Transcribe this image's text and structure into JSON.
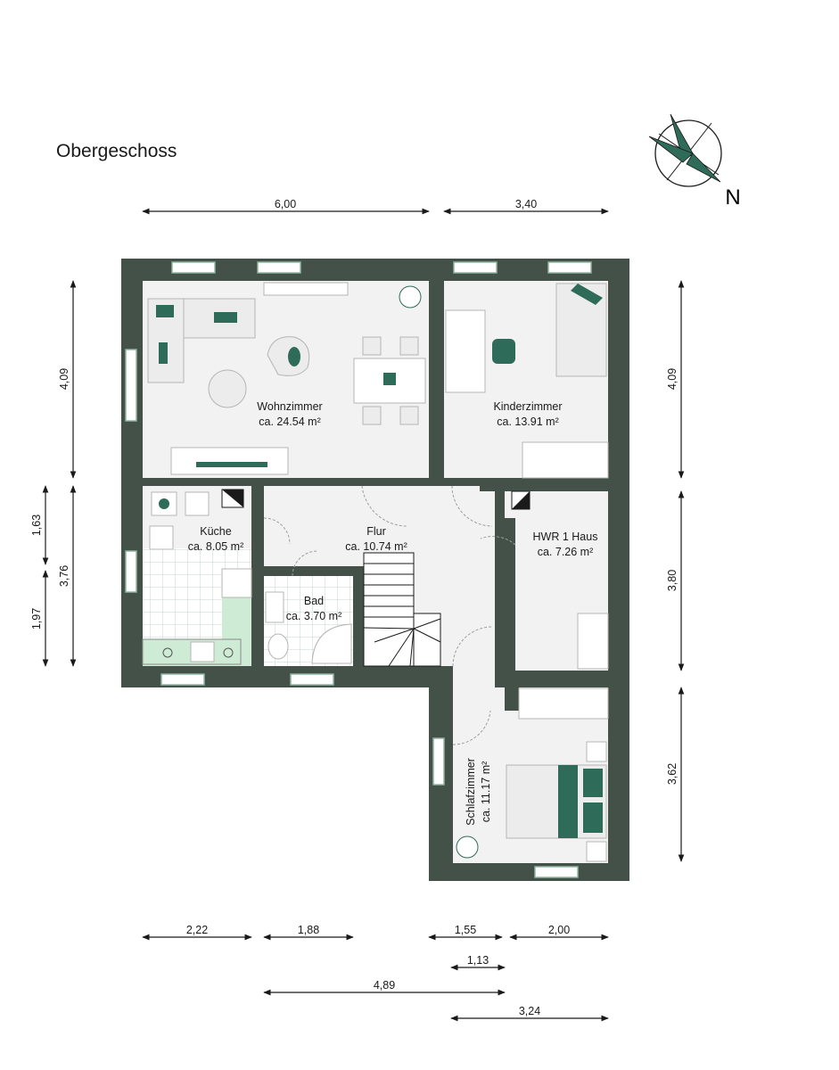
{
  "title": "Obergeschoss",
  "compass": {
    "label": "N"
  },
  "colors": {
    "wall": "#435149",
    "floor": "#f2f2f2",
    "kitchen_accent": "#cdebd5",
    "furniture": "#2e6b58"
  },
  "rooms": [
    {
      "id": "wohnzimmer",
      "name": "Wohnzimmer",
      "area": "ca. 24.54 m²"
    },
    {
      "id": "kinderzimmer",
      "name": "Kinderzimmer",
      "area": "ca. 13.91 m²"
    },
    {
      "id": "kueche",
      "name": "Küche",
      "area": "ca. 8.05 m²"
    },
    {
      "id": "flur",
      "name": "Flur",
      "area": "ca. 10.74 m²"
    },
    {
      "id": "hwr",
      "name": "HWR 1 Haus",
      "area": "ca. 7.26 m²"
    },
    {
      "id": "bad",
      "name": "Bad",
      "area": "ca. 3.70 m²"
    },
    {
      "id": "schlafzimmer",
      "name": "Schlafzimmer",
      "area": "ca. 11.17 m²"
    }
  ],
  "dimensions": {
    "top": [
      "6,00",
      "3,40"
    ],
    "left": [
      "4,09",
      "1,63",
      "3,76",
      "1,97"
    ],
    "right": [
      "4,09",
      "3,80",
      "3,62"
    ],
    "bottom": [
      "2,22",
      "1,88",
      "1,55",
      "2,00",
      "1,13",
      "4,89",
      "3,24"
    ]
  }
}
